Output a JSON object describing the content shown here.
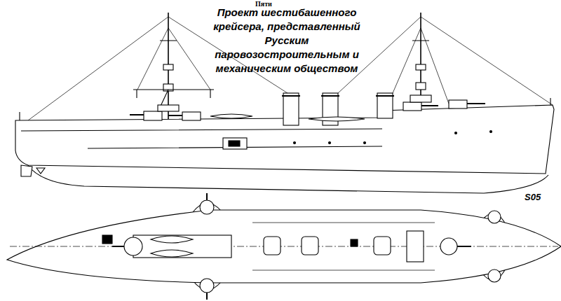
{
  "diagram": {
    "title": "Проект шестибашенного крейсера, представленный Русским паровозостроительным и механическим обществом",
    "labels": [
      "Пяти",
      "S05"
    ]
  }
}
